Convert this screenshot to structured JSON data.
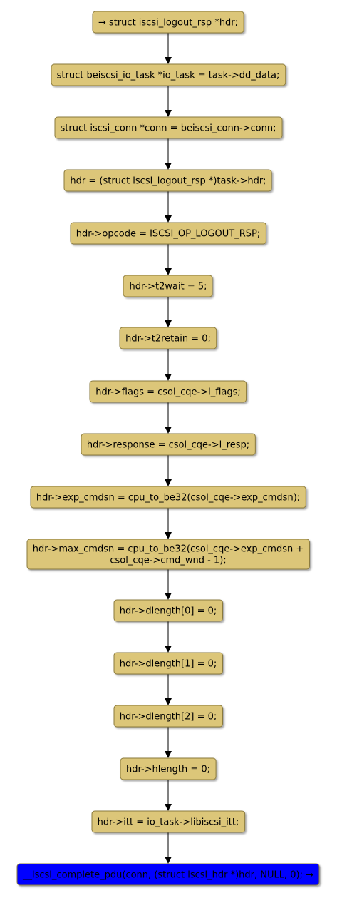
{
  "colors": {
    "node_fill": "#dcc679",
    "node_border": "#8a7a3e",
    "final_node_fill": "#0000ff",
    "edge": "#000000"
  },
  "nodes": [
    {
      "id": "n1",
      "lines": [
        "→ struct iscsi_logout_rsp *hdr;"
      ]
    },
    {
      "id": "n2",
      "lines": [
        "struct beiscsi_io_task *io_task = task->dd_data;"
      ]
    },
    {
      "id": "n3",
      "lines": [
        "struct iscsi_conn *conn = beiscsi_conn->conn;"
      ]
    },
    {
      "id": "n4",
      "lines": [
        "hdr = (struct iscsi_logout_rsp *)task->hdr;"
      ]
    },
    {
      "id": "n5",
      "lines": [
        "hdr->opcode = ISCSI_OP_LOGOUT_RSP;"
      ]
    },
    {
      "id": "n6",
      "lines": [
        "hdr->t2wait = 5;"
      ]
    },
    {
      "id": "n7",
      "lines": [
        "hdr->t2retain = 0;"
      ]
    },
    {
      "id": "n8",
      "lines": [
        "hdr->flags = csol_cqe->i_flags;"
      ]
    },
    {
      "id": "n9",
      "lines": [
        "hdr->response = csol_cqe->i_resp;"
      ]
    },
    {
      "id": "n10",
      "lines": [
        "hdr->exp_cmdsn = cpu_to_be32(csol_cqe->exp_cmdsn);"
      ]
    },
    {
      "id": "n11",
      "lines": [
        "hdr->max_cmdsn = cpu_to_be32(csol_cqe->exp_cmdsn +",
        "csol_cqe->cmd_wnd - 1);"
      ]
    },
    {
      "id": "n12",
      "lines": [
        "hdr->dlength[0] = 0;"
      ]
    },
    {
      "id": "n13",
      "lines": [
        "hdr->dlength[1] = 0;"
      ]
    },
    {
      "id": "n14",
      "lines": [
        "hdr->dlength[2] = 0;"
      ]
    },
    {
      "id": "n15",
      "lines": [
        "hdr->hlength = 0;"
      ]
    },
    {
      "id": "n16",
      "lines": [
        "hdr->itt = io_task->libiscsi_itt;"
      ]
    },
    {
      "id": "n17",
      "lines": [
        "__iscsi_complete_pdu(conn, (struct iscsi_hdr *)hdr, NULL, 0); →"
      ],
      "final": true
    }
  ]
}
